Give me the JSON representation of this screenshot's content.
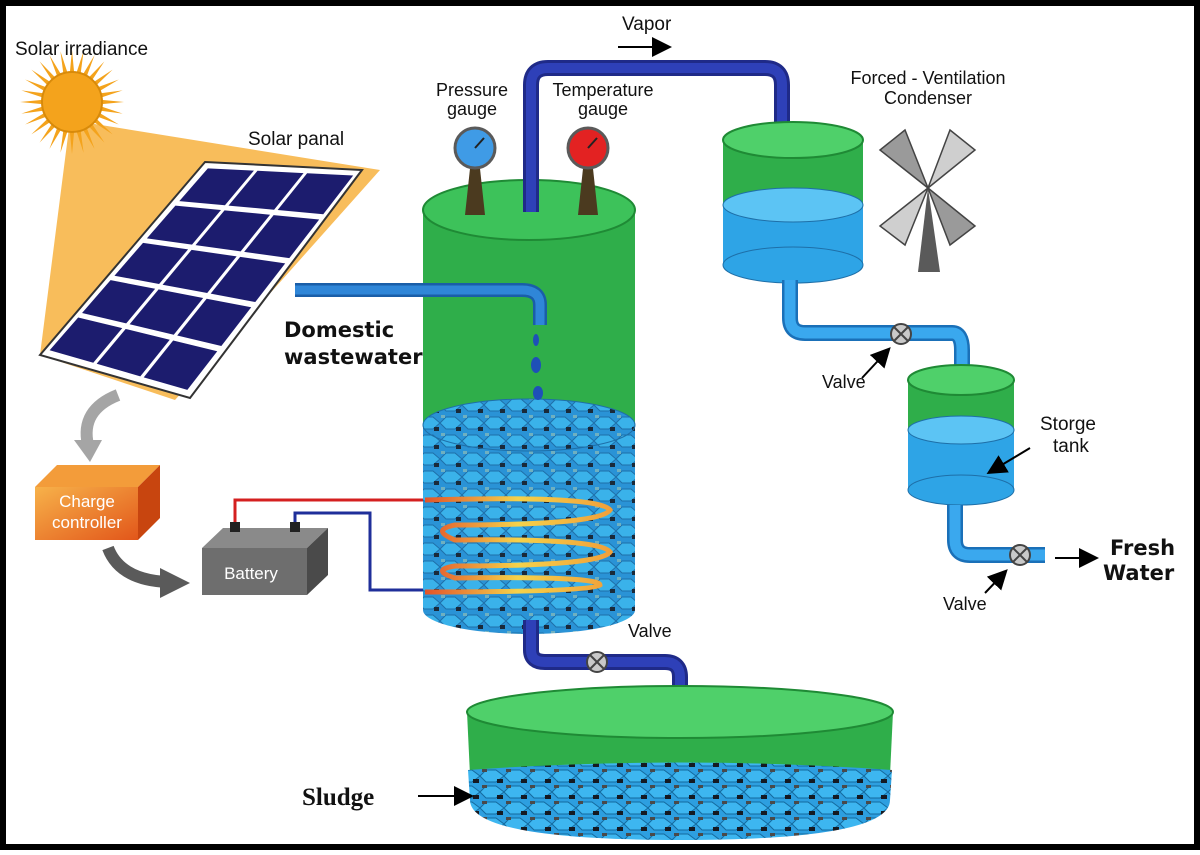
{
  "diagram": {
    "labels": {
      "solar_irradiance": "Solar irradiance",
      "solar_panel": "Solar panal",
      "pressure_gauge_1": "Pressure",
      "pressure_gauge_2": "gauge",
      "temperature_gauge_1": "Temperature",
      "temperature_gauge_2": "gauge",
      "vapor": "Vapor",
      "condenser_1": "Forced - Ventilation",
      "condenser_2": "Condenser",
      "domestic_1": "Domestic",
      "domestic_2": "wastewater",
      "charge_controller_1": "Charge",
      "charge_controller_2": "controller",
      "battery": "Battery",
      "valve_condenser": "Valve",
      "storage_1": "Storge",
      "storage_2": "tank",
      "fresh_water_1": "Fresh",
      "fresh_water_2": "Water",
      "valve_storage": "Valve",
      "valve_sludge": "Valve",
      "sludge": "Sludge"
    },
    "colors": {
      "frame": "#000000",
      "tank_green": "#2fae4a",
      "tank_green_light": "#4fd06a",
      "pipe_dark_blue": "#27359a",
      "pipe_blue": "#2f86d8",
      "pipe_light_blue": "#3aa8ee",
      "water": "#2ea4e6",
      "sun": "#f4a31c",
      "sun_ray": "#f7b649",
      "panel_cell": "#1c1c6e",
      "charge_orange": "#f07a1a",
      "battery_gray": "#6e6e6e",
      "wire_red": "#d42020",
      "wire_blue": "#1f2f9a",
      "coil": "#f2b33c",
      "gauge_blue": "#3f9be6",
      "gauge_red": "#e32222",
      "fan_gray": "#8c8c8c",
      "arrow_gray": "#a5a5a5"
    }
  }
}
